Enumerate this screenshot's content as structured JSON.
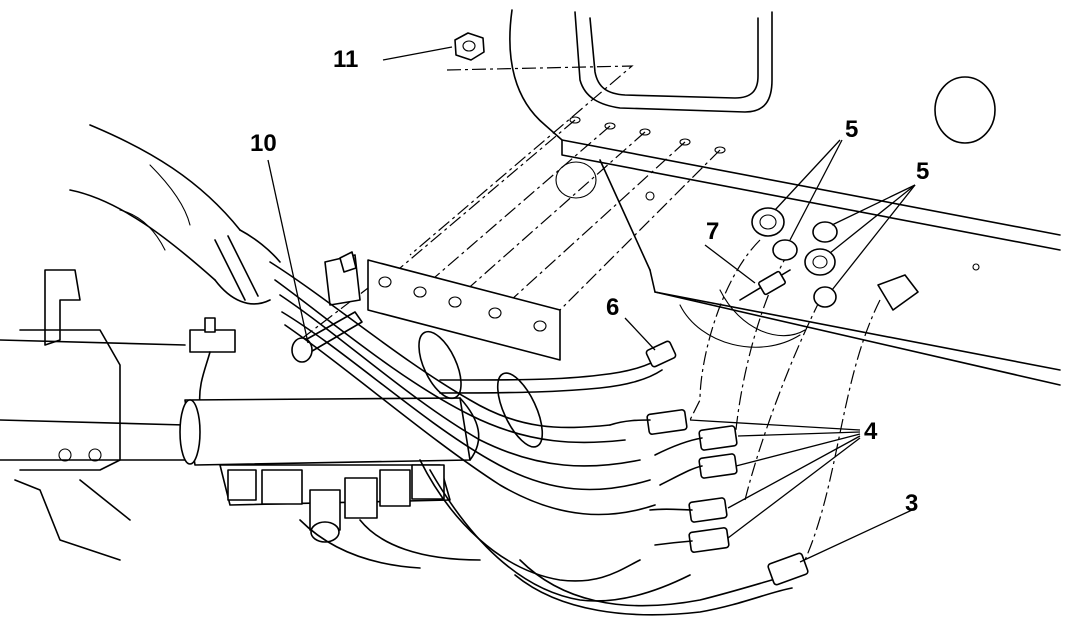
{
  "callouts": {
    "c3": "3",
    "c4": "4",
    "c5a": "5",
    "c5b": "5",
    "c6": "6",
    "c7": "7",
    "c10": "10",
    "c11": "11"
  }
}
